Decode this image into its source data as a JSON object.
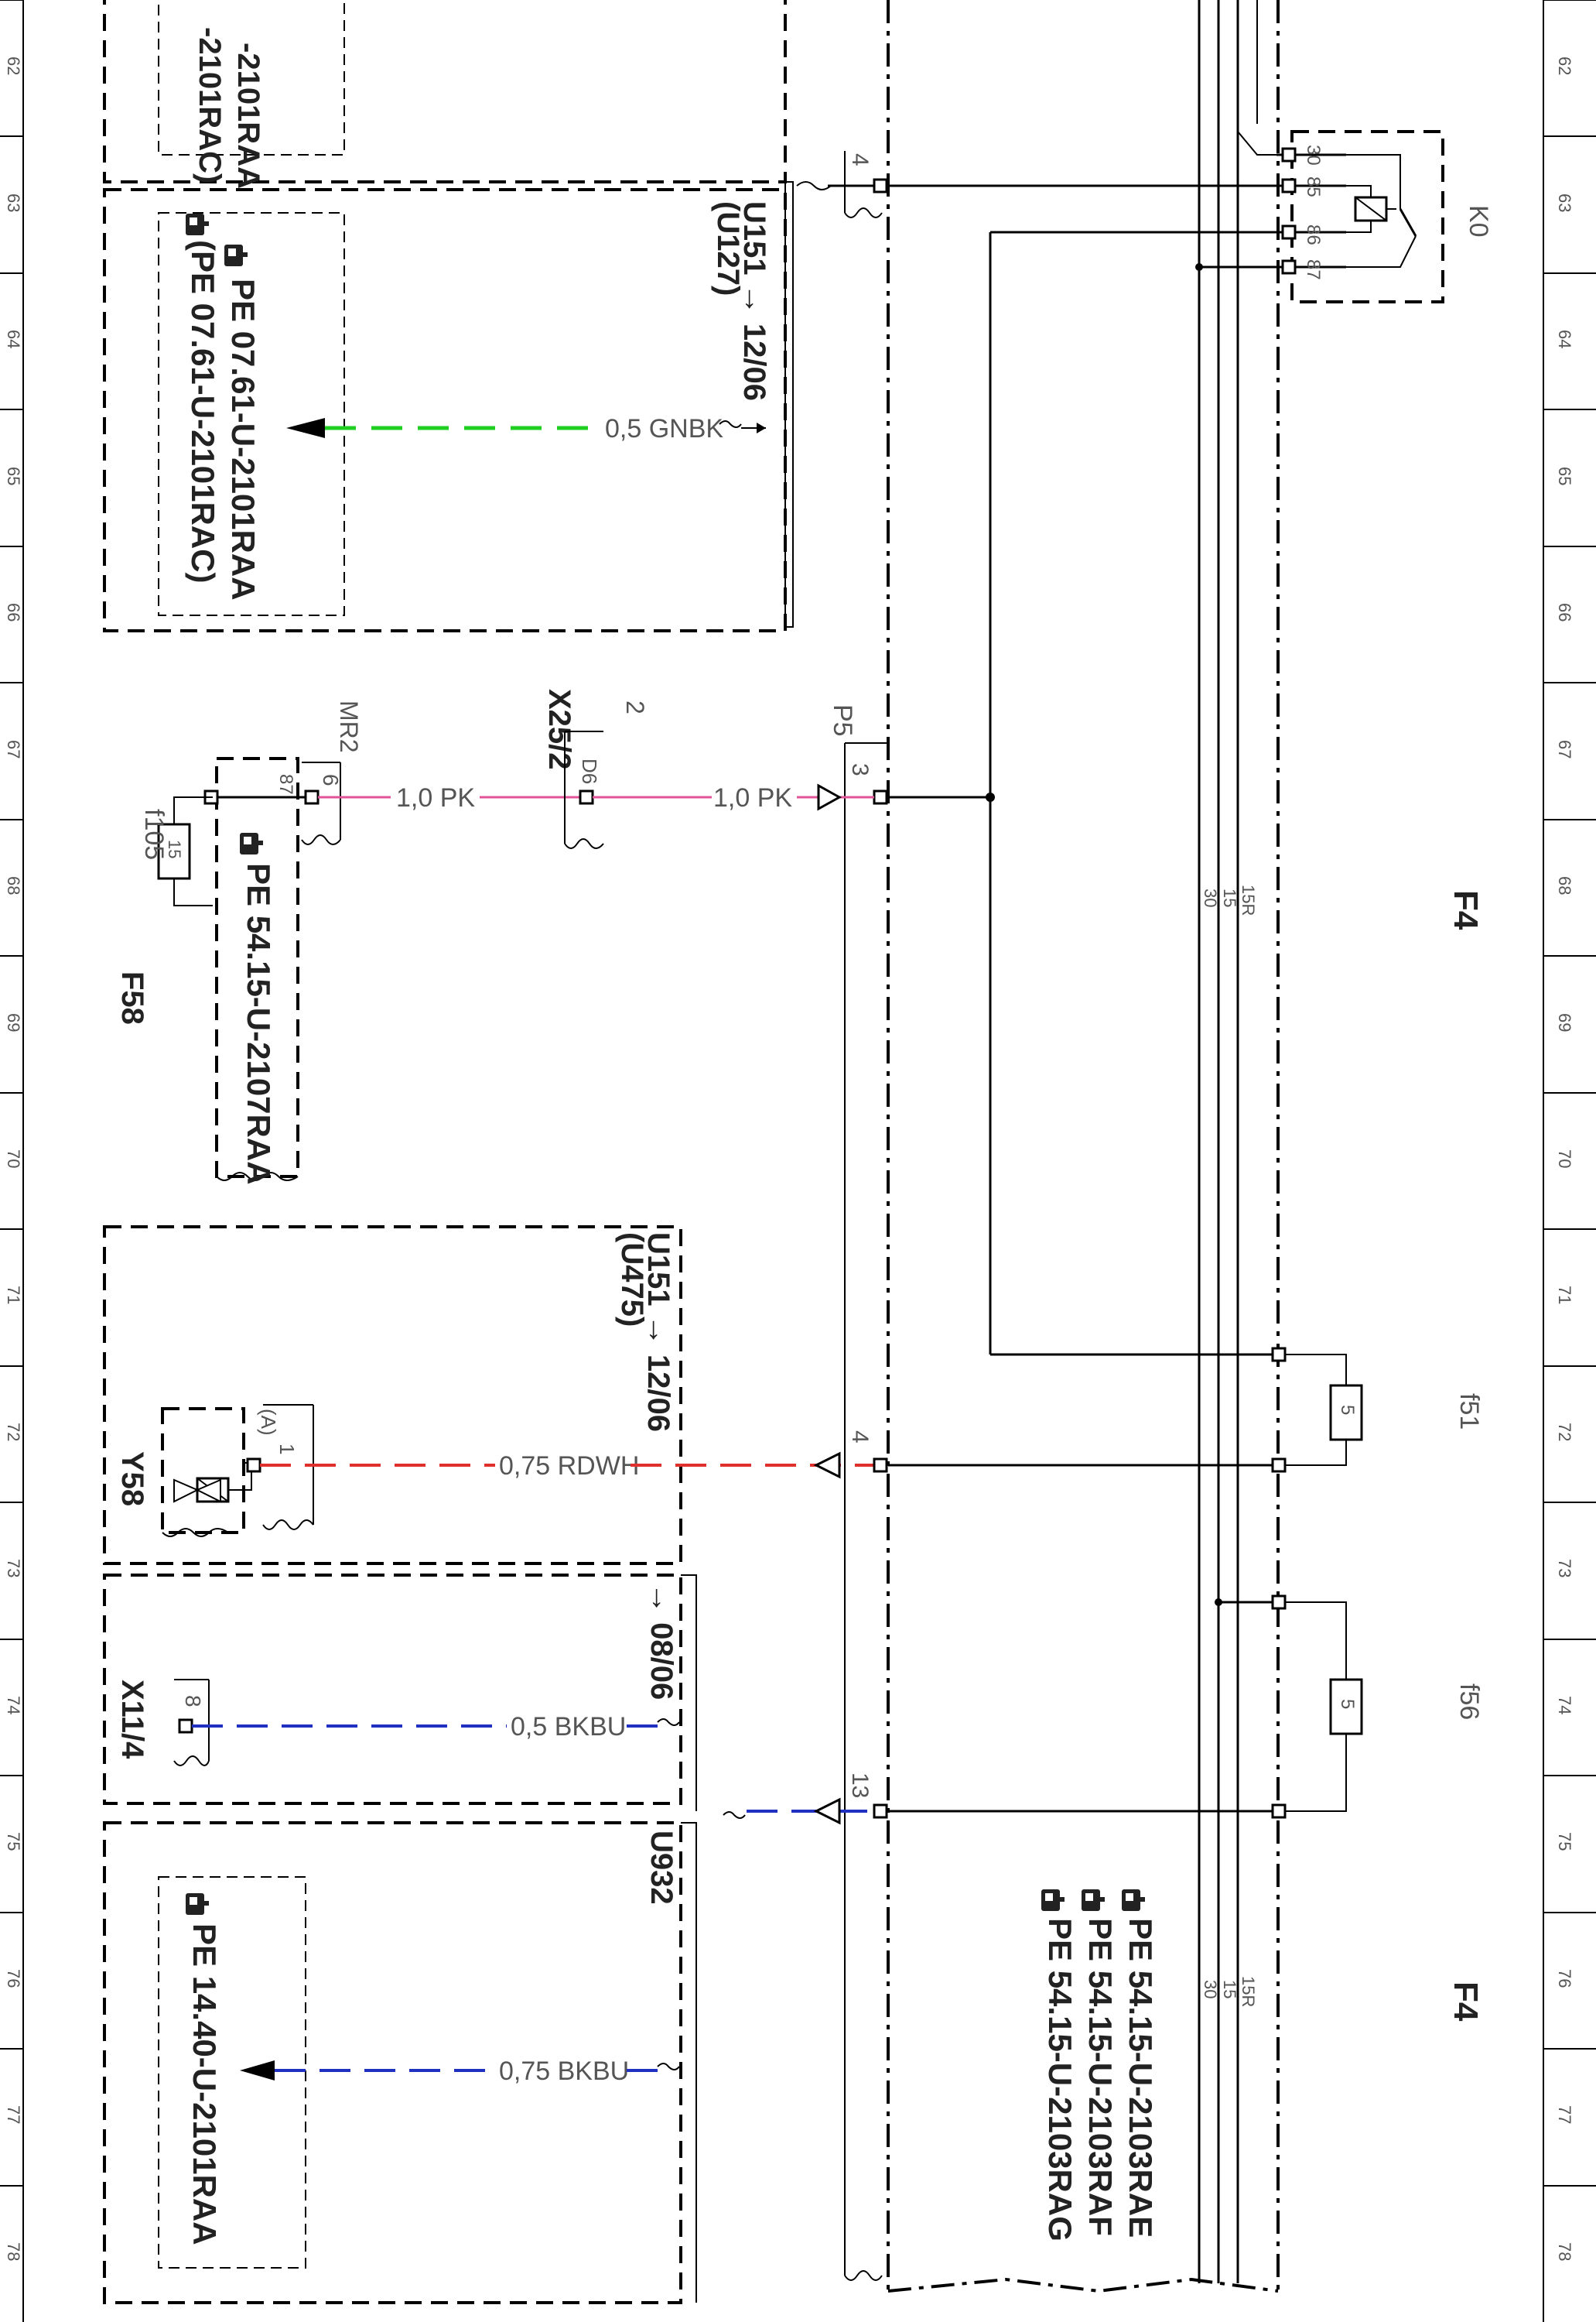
{
  "ruler_left": [
    "62",
    "63",
    "64",
    "65",
    "66",
    "67",
    "68",
    "69",
    "70",
    "71",
    "72",
    "73",
    "74",
    "75",
    "76",
    "77",
    "78"
  ],
  "ruler_right": [
    "62",
    "63",
    "64",
    "65",
    "66",
    "67",
    "68",
    "69",
    "70",
    "71",
    "72",
    "73",
    "74",
    "75",
    "76",
    "77",
    "78"
  ],
  "colors": {
    "gnbk_primary": "#1fcf1f",
    "gnbk_secondary": "#111111",
    "pk": "#e3539a",
    "rdwh_primary": "#e0302c",
    "bkbu_primary": "#2030c0",
    "frame": "#000000"
  },
  "labels": {
    "top_ref_a": "-2101RAA",
    "top_ref_b": "-2101RAC)",
    "u151_a": "U151 → 12/06",
    "u127": "(U127)",
    "pin4_top": "4",
    "pe_0761_a": "PE 07.61-U-2101RAA",
    "pe_0761_b": "(PE 07.61-U-2101RAC)",
    "wire_gnbk": "0,5 GNBK",
    "relay_pin30": "30",
    "relay_pin85": "85",
    "relay_pin86": "86",
    "relay_pin87": "87",
    "relay_name": "K0",
    "mr2": "MR2",
    "f105": "f105",
    "fuse_15": "15",
    "pin6": "6",
    "pin87": "87",
    "f58": "F58",
    "pe_5415_2107": "PE 54.15-U-2107RAA",
    "x25": "X25/2",
    "x25_pin2": "2",
    "d6": "D6",
    "wire_pk_1": "1,0 PK",
    "wire_pk_2": "1,0 PK",
    "p5": "P5",
    "pin3": "3",
    "f4_top": "F4",
    "rail_15r": "15R",
    "rail_15": "15",
    "rail_30": "30",
    "u151_b": "U151 → 12/06",
    "u475": "(U475)",
    "y58": "Y58",
    "pin_a": "(A)",
    "pin1": "1",
    "wire_rdwh": "0,75 RDWH",
    "pin4_mid": "4",
    "fuse_f51": "f51",
    "fuse_5a": "5",
    "ref_0806": "→ 08/06",
    "x11": "X11/4",
    "pin8": "8",
    "wire_bkbu_1": "0,5 BKBU",
    "pin13": "13",
    "fuse_f56": "f56",
    "fuse_5b": "5",
    "u932": "U932",
    "pe_1440": "PE 14.40-U-2101RAA",
    "wire_bkbu_2": "0,75 BKBU",
    "pe_2103_e": "PE 54.15-U-2103RAE",
    "pe_2103_f": "PE 54.15-U-2103RAF",
    "pe_2103_g": "PE 54.15-U-2103RAG",
    "f4_bottom": "F4",
    "rail_15r_b": "15R",
    "rail_15_b": "15",
    "rail_30_b": "30"
  }
}
